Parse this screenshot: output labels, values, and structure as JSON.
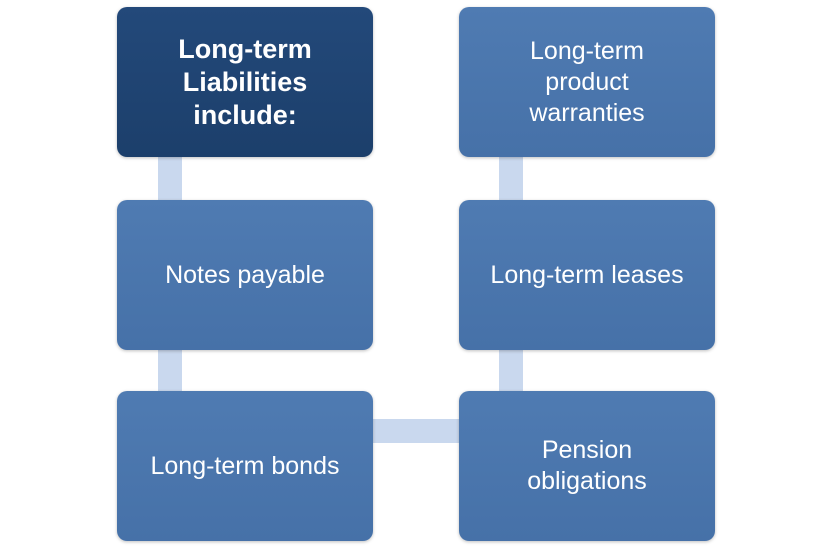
{
  "diagram": {
    "header": "Long-term\nLiabilities\ninclude:",
    "items": [
      "Notes payable",
      "Long-term bonds",
      "Pension\nobligations",
      "Long-term leases",
      "Long-term\nproduct\nwarranties"
    ],
    "colors": {
      "header_fill": "#1f4470",
      "box_fill": "#4a76ad",
      "connector": "#c9d8ee",
      "text": "#ffffff"
    }
  }
}
